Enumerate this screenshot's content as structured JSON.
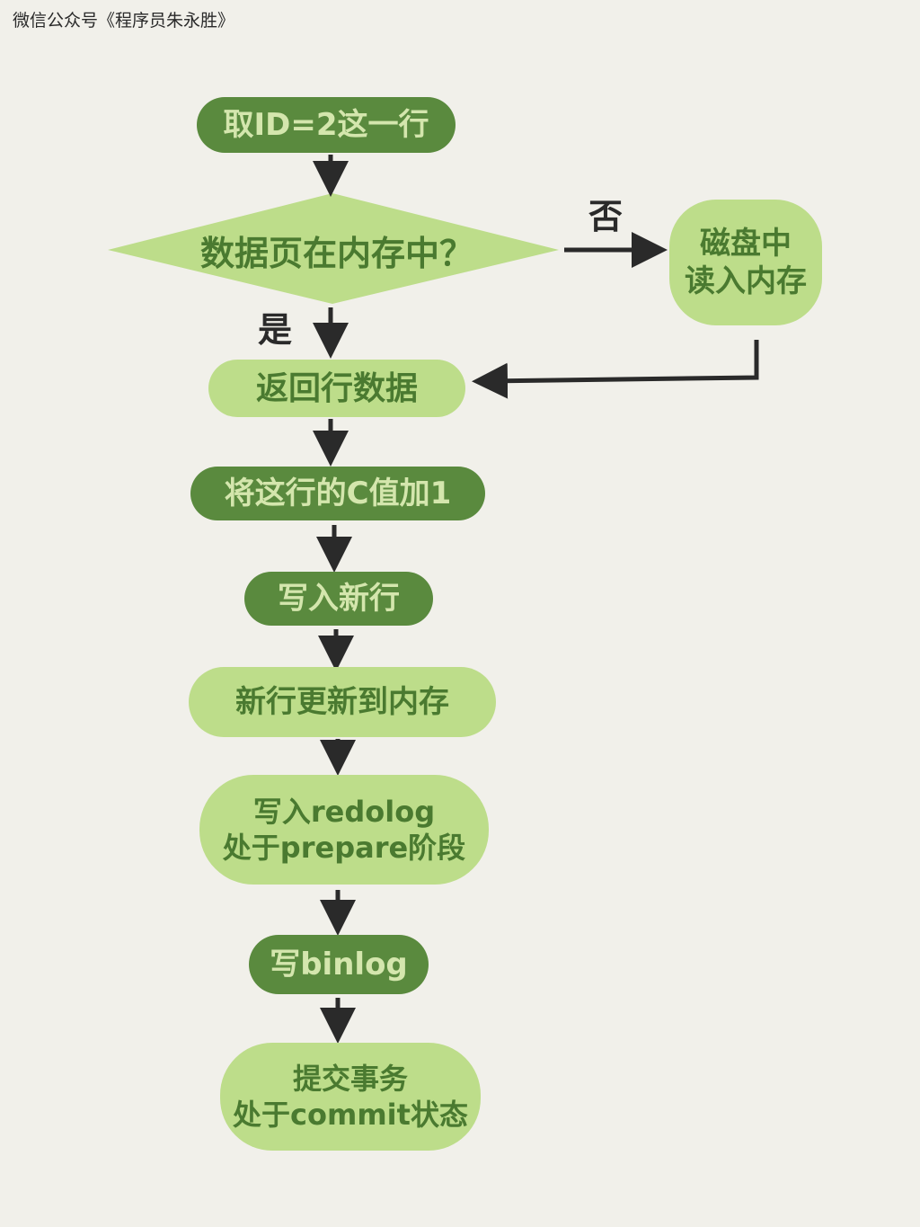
{
  "watermark": "微信公众号《程序员朱永胜》",
  "nodes": {
    "fetch_row": "取ID=2这一行",
    "in_memory_question": "数据页在内存中？",
    "read_from_disk": "磁盘中\n读入内存",
    "return_row": "返回行数据",
    "increment_c": "将这行的C值加1",
    "write_new_row": "写入新行",
    "update_memory": "新行更新到内存",
    "write_redolog_prepare": "写入redolog\n处于prepare阶段",
    "write_binlog": "写binlog",
    "commit_transaction": "提交事务\n处于commit状态"
  },
  "edges": {
    "no_label": "否",
    "yes_label": "是"
  },
  "colors": {
    "background": "#f1f0ea",
    "dark_node_fill": "#5a8a3e",
    "dark_node_text": "#d4e6ad",
    "light_node_fill": "#bddd8a",
    "light_node_text": "#4a7a30",
    "arrow": "#2a2a2a"
  }
}
